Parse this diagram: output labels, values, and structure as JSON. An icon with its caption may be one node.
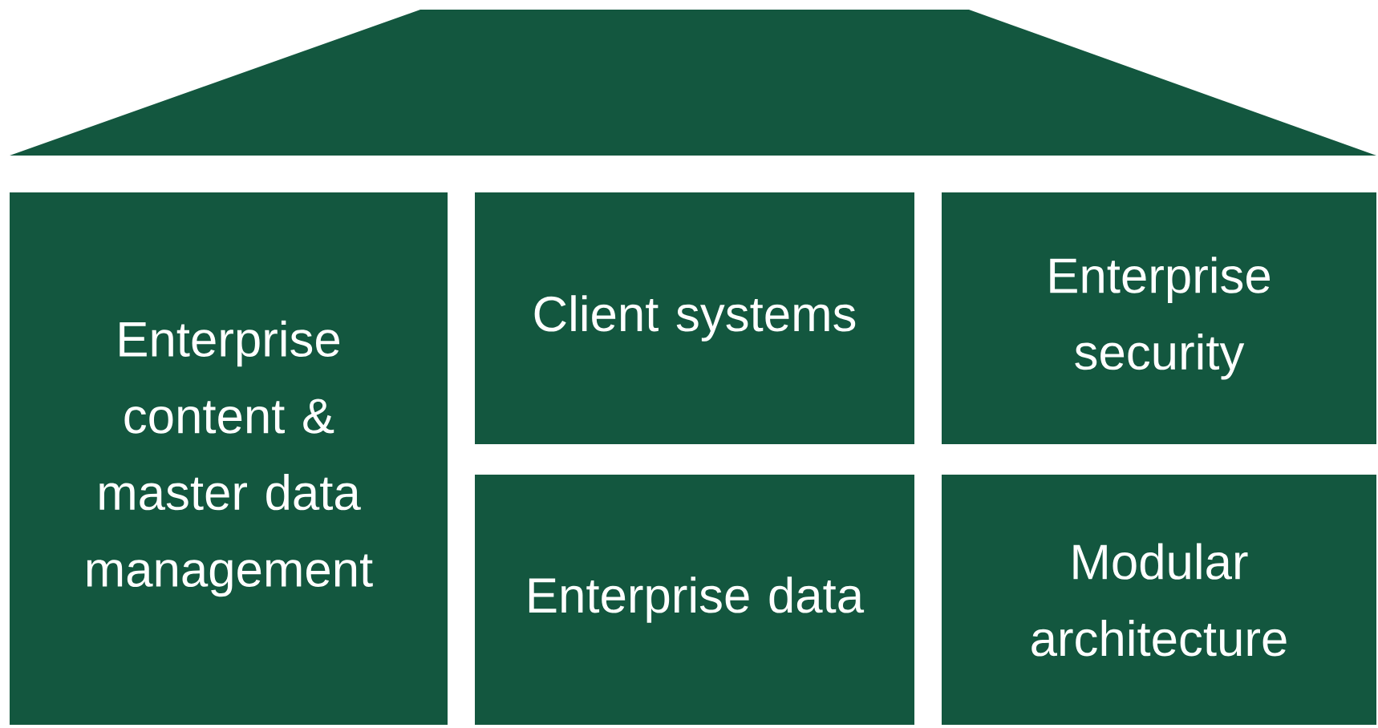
{
  "diagram": {
    "nodes": [
      {
        "text": [
          "Enterprise content & master data management"
        ]
      },
      {
        "text": [
          "Client systems"
        ]
      },
      {
        "text": [
          "Enterprise security"
        ]
      },
      {
        "text": [
          "Enterprise data"
        ]
      },
      {
        "text": [
          "Modular architecture"
        ]
      }
    ]
  }
}
